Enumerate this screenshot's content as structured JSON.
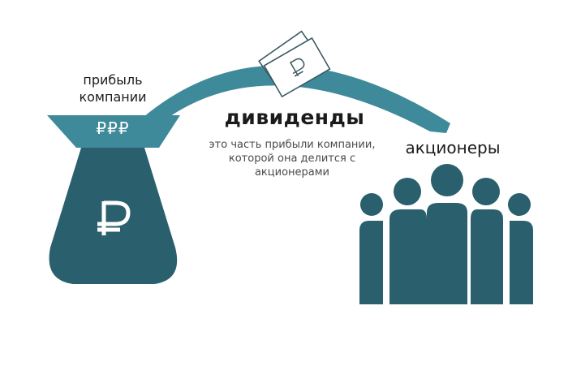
{
  "colors": {
    "arc": "#3f8a9a",
    "funnel": "#3f8a9a",
    "bag": "#2a5f6e",
    "people": "#2a5f6e",
    "text": "#1b1b1b",
    "subtext": "#4a4a4a",
    "background": "#ffffff"
  },
  "labels": {
    "profit": "прибыль компании",
    "dividends_title": "дивиденды",
    "dividends_description": "это часть прибыли компании, которой она делится с акционерами",
    "shareholders": "акционеры"
  },
  "funnel": {
    "symbols": "₽₽₽"
  },
  "bag": {
    "symbol": "₽",
    "icon": "ruble-bag-icon"
  },
  "banknotes": {
    "symbol": "₽",
    "count": 2,
    "icon": "banknotes-icon"
  },
  "people": {
    "count": 5,
    "icon": "shareholders-group-icon"
  }
}
